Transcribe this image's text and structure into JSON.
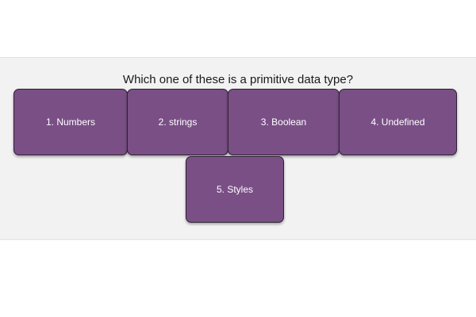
{
  "quiz": {
    "question": "Which one of these is a primitive data type?",
    "answers": [
      {
        "label": "1. Numbers"
      },
      {
        "label": "2. strings"
      },
      {
        "label": "3. Boolean"
      },
      {
        "label": "4. Undefined"
      },
      {
        "label": "5. Styles"
      }
    ]
  },
  "colors": {
    "button_fill": "#7a4f86",
    "button_border": "#2b2230",
    "panel_background": "#f2f2f2",
    "page_background": "#ffffff"
  }
}
